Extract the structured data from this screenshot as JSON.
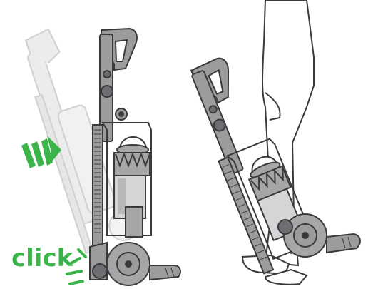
{
  "instruction_label": "click",
  "colors": {
    "accent_green": "#3bb54a",
    "body_grey": "#9b9c9e",
    "dark_grey": "#6d6e71",
    "outline": "#3a3a3a",
    "ghost": "#d9d9d9",
    "cyclone": "#a5a6a8"
  },
  "icons": [
    "motion-arrow-icon",
    "click-burst-icon"
  ],
  "panels": [
    "vacuum-reclining-panel",
    "vacuum-tilted-in-use-panel"
  ]
}
